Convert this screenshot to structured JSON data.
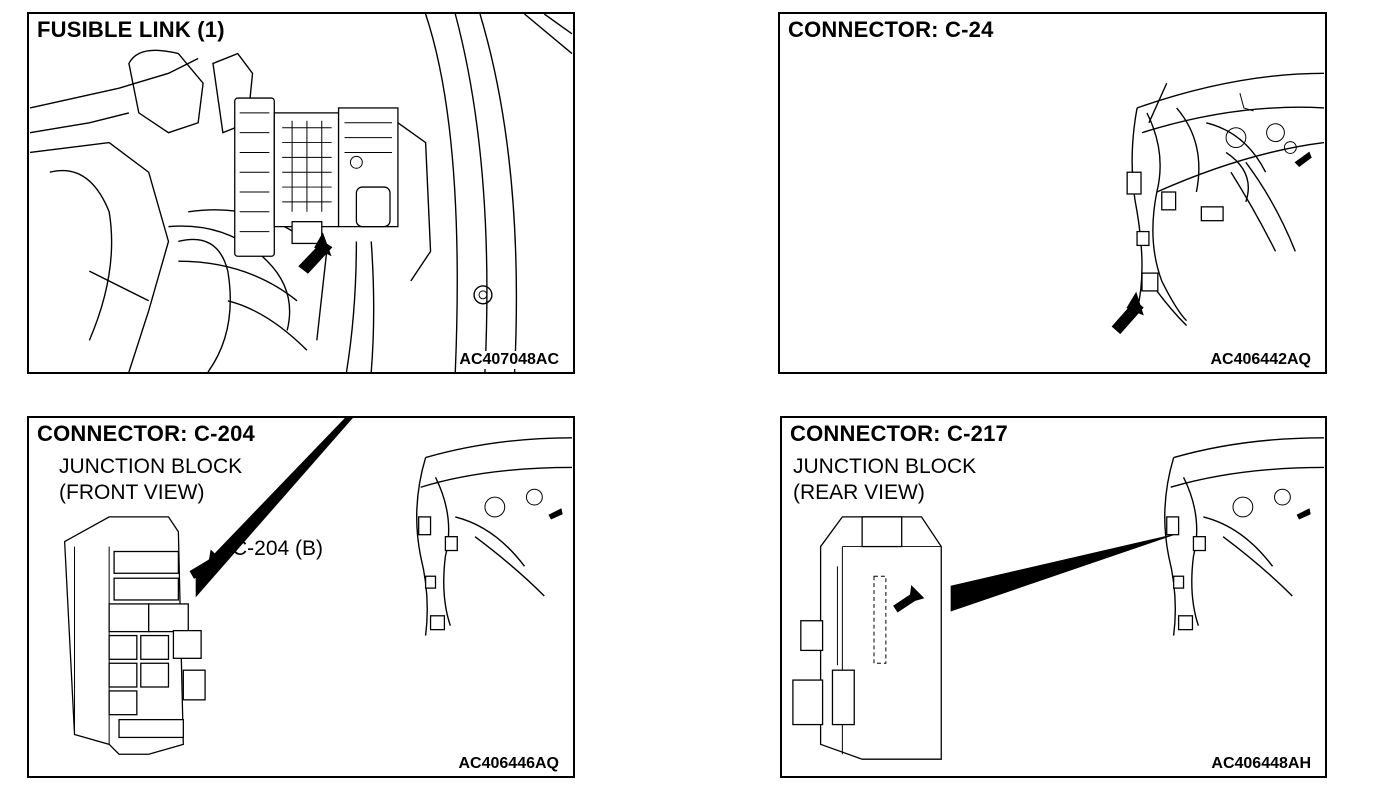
{
  "panels": [
    {
      "title": "FUSIBLE LINK (1)",
      "code": "AC407048AC"
    },
    {
      "title": "CONNECTOR: C-24",
      "code": "AC406442AQ"
    },
    {
      "title": "CONNECTOR: C-204",
      "subtitle_line1": "JUNCTION BLOCK",
      "subtitle_line2": "(FRONT VIEW)",
      "callout": "C-204 (B)",
      "code": "AC406446AQ"
    },
    {
      "title": "CONNECTOR: C-217",
      "subtitle_line1": "JUNCTION BLOCK",
      "subtitle_line2": "(REAR VIEW)",
      "code": "AC406448AH"
    }
  ]
}
